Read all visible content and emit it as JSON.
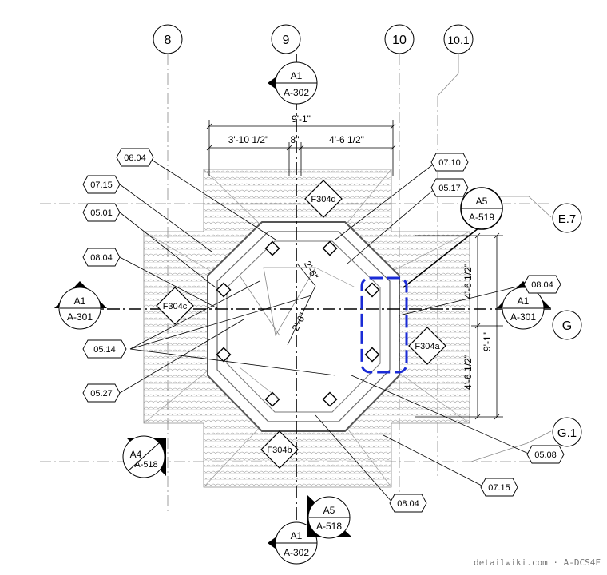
{
  "grid_bubbles": {
    "g8": "8",
    "g9": "9",
    "g10": "10",
    "g10_1": "10.1",
    "e7": "E.7",
    "g": "G",
    "g1": "G.1"
  },
  "dimensions": {
    "overall_top": "9'-1\"",
    "left_seg": "3'-10 1/2\"",
    "mid_seg": "8\"",
    "right_seg": "4'-6 1/2\"",
    "overall_right": "9'-1\"",
    "right_upper": "4'-6 1/2\"",
    "right_lower": "4'-6 1/2\"",
    "diag_upper": "2'-6\"",
    "diag_lower": "2'-6\""
  },
  "section_markers": {
    "top": {
      "num": "A1",
      "sheet": "A-302"
    },
    "left": {
      "num": "A1",
      "sheet": "A-301"
    },
    "right": {
      "num": "A1",
      "sheet": "A-301"
    },
    "bottom": {
      "num": "A1",
      "sheet": "A-302"
    },
    "bottom_left": {
      "num": "A4",
      "sheet": "A-518"
    },
    "bottom_mid": {
      "num": "A5",
      "sheet": "A-518"
    },
    "detail_callout": {
      "num": "A5",
      "sheet": "A-519"
    }
  },
  "tags": {
    "tag_0804_a": "08.04",
    "tag_0715_a": "07.15",
    "tag_0501": "05.01",
    "tag_0804_b": "08.04",
    "tag_0514": "05.14",
    "tag_0527": "05.27",
    "tag_0710": "07.10",
    "tag_0517": "05.17",
    "tag_0804_c": "08.04",
    "tag_0508": "05.08",
    "tag_0715_b": "07.15",
    "tag_0804_d": "08.04"
  },
  "finish_tags": {
    "top": "F304d",
    "left": "F304c",
    "right": "F304a",
    "bottom": "F304b"
  },
  "watermark": "detailwiki.com · A-DCS4F"
}
